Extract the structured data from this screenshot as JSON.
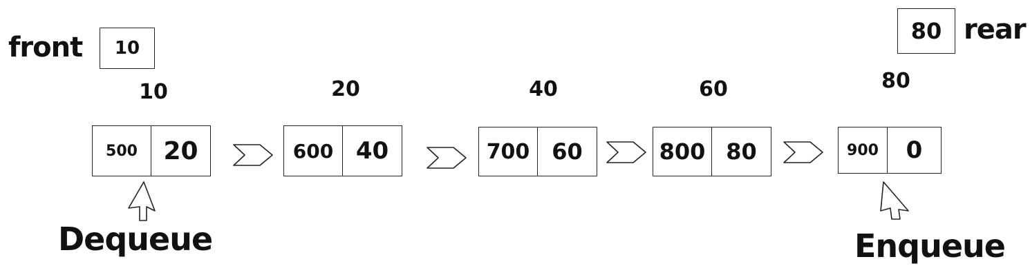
{
  "front": {
    "label": "front",
    "value": "10"
  },
  "rear": {
    "label": "rear",
    "value": "80"
  },
  "nodes": [
    {
      "title": "10",
      "address": "500",
      "next": "20"
    },
    {
      "title": "20",
      "address": "600",
      "next": "40"
    },
    {
      "title": "40",
      "address": "700",
      "next": "60"
    },
    {
      "title": "60",
      "address": "800",
      "next": "80"
    },
    {
      "title": "80",
      "address": "900",
      "next": "0"
    }
  ],
  "operations": {
    "dequeue": "Dequeue",
    "enqueue": "Enqueue"
  }
}
